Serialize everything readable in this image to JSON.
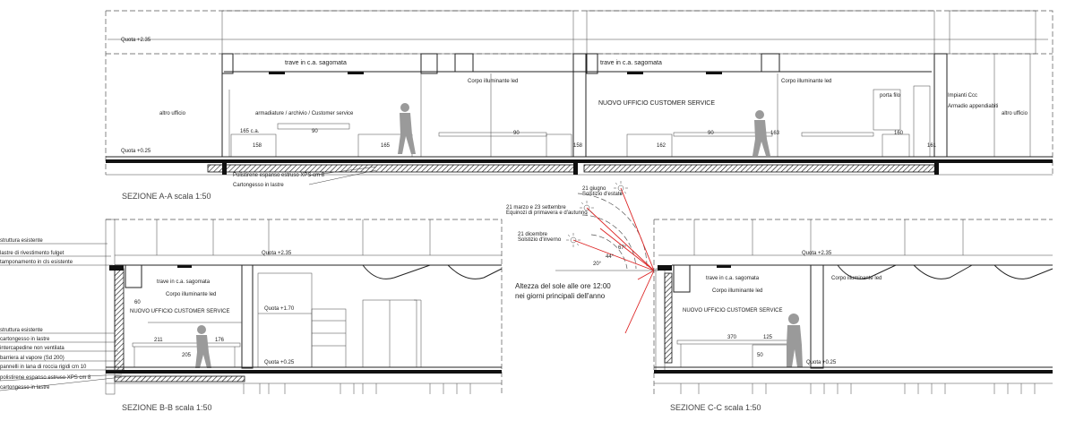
{
  "section_aa": {
    "title": "SEZIONE A-A   scala 1:50",
    "labels": {
      "quota_top": "Quota +2.35",
      "trave_1": "trave in c.a. sagomata",
      "trave_2": "trave in c.a. sagomata",
      "corpo_1": "Corpo illuminante led",
      "corpo_2": "Corpo illuminante led",
      "altro_ufficio_l": "altro ufficio",
      "altro_ufficio_r": "altro ufficio",
      "armadiature": "armadiature / archivio / Customer service",
      "nuovo_ufficio": "NUOVO UFFICIO CUSTOMER SERVICE",
      "porta": "porta filo",
      "impianti": "Impianti Ccc",
      "armadio": "Armadio appendiabiti",
      "quota_floor": "Quota +0.25",
      "polistirene": "Polistirene espanso estruso XPS cm 8",
      "cartongesso": "Cartongesso in lastre"
    },
    "dims": [
      "165 c.a.",
      "158",
      "90",
      "165",
      "90",
      "158",
      "162",
      "90",
      "163",
      "160",
      "161"
    ]
  },
  "section_bb": {
    "title": "SEZIONE B-B   scala 1:50",
    "legend": [
      "struttura esistente",
      "lastre di rivestimento fulget",
      "tamponamento in cls esistente",
      "struttura esistente",
      "cartongesso in lastre",
      "intercapedine non ventilata",
      "barriera al vapore (Sd 200)",
      "pannelli in lana di roccia rigidi cm 10",
      "polistirene espanso estruso XPS cm 8",
      "cartongesso in lastre"
    ],
    "labels": {
      "trave": "trave in c.a. sagomata",
      "corpo": "Corpo illuminante led",
      "nuovo_ufficio": "NUOVO UFFICIO CUSTOMER SERVICE",
      "quota_a": "Quota +2.35",
      "quota_b": "Quota +1.70",
      "quota_c": "Quota +0.25"
    },
    "dims": [
      "211",
      "176",
      "205",
      "60"
    ]
  },
  "sun": {
    "labels": {
      "giugno": "21 giugno\nSolstizio d'estate",
      "marzo": "21 marzo e 23 settembre\nEquinozi di primavera e d'autunno",
      "dicembre": "21 dicembre\nSolstizio d'inverno"
    },
    "angles": [
      "67°",
      "44°",
      "20°"
    ],
    "caption_1": "Altezza del sole alle ore 12:00",
    "caption_2": "nei giorni principali dell'anno"
  },
  "section_cc": {
    "title": "SEZIONE C-C   scala 1:50",
    "labels": {
      "quota_top": "Quota +2.35",
      "trave": "trave in c.a. sagomata",
      "corpo_1": "Corpo illuminante led",
      "corpo_2": "Corpo illuminante led",
      "nuovo_ufficio": "NUOVO UFFICIO CUSTOMER SERVICE",
      "quota_floor": "Quota +0.25"
    },
    "dims": [
      "370",
      "125",
      "50"
    ]
  }
}
